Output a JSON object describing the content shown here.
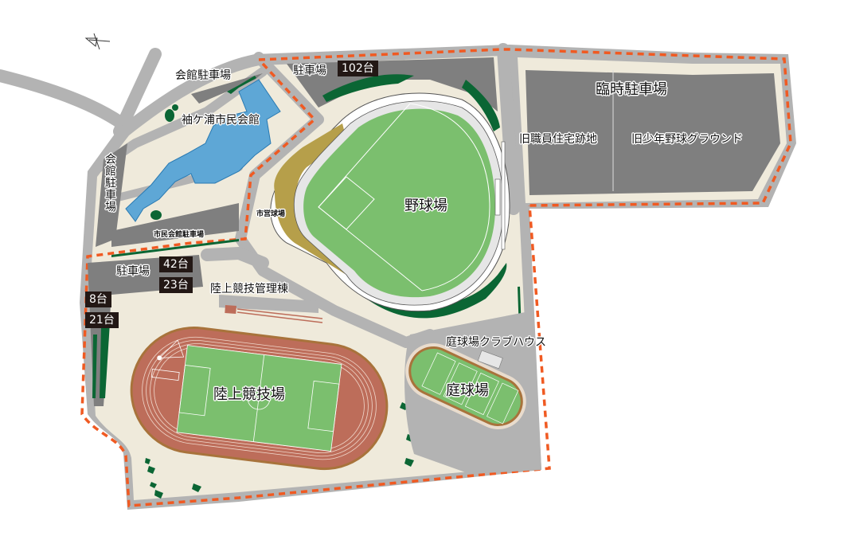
{
  "map": {
    "colors": {
      "background": "#ffffff",
      "ground": "#efeadb",
      "road": "#b3b3b3",
      "parking": "#7f7f7f",
      "boundary_dash": "#f05a22",
      "building_blue": "#5ea7d6",
      "grass": "#7bbf6e",
      "track": "#bd6d5a",
      "track_edge": "#a8733b",
      "stand_gold": "#b69f4a",
      "tree": "#0b6634",
      "label_box": "#231815"
    },
    "north_arrow": {
      "icon": "north-arrow-icon"
    },
    "facilities": {
      "civic_hall": "袖ケ浦市民会館",
      "baseball": "野球場",
      "baseball_small": "市営球場",
      "athletics_stadium": "陸上競技場",
      "athletics_building": "陸上競技管理棟",
      "tennis": "庭球場",
      "tennis_clubhouse": "庭球場クラブハウス"
    },
    "parking": {
      "hall_parking_top": "会館駐車場",
      "hall_parking_side": "会館駐車場",
      "civic_hall_parking": "市民会館駐車場",
      "north_lot_label": "駐車場",
      "north_lot_count": "102台",
      "west_lot_label": "駐車場",
      "west_lot_count_a": "42台",
      "west_lot_count_b": "23台",
      "south_lot_count_a": "8台",
      "south_lot_count_b": "21台",
      "temporary_lot": "臨時駐車場",
      "temp_area_left": "旧職員住宅跡地",
      "temp_area_right": "旧少年野球グラウンド"
    }
  }
}
